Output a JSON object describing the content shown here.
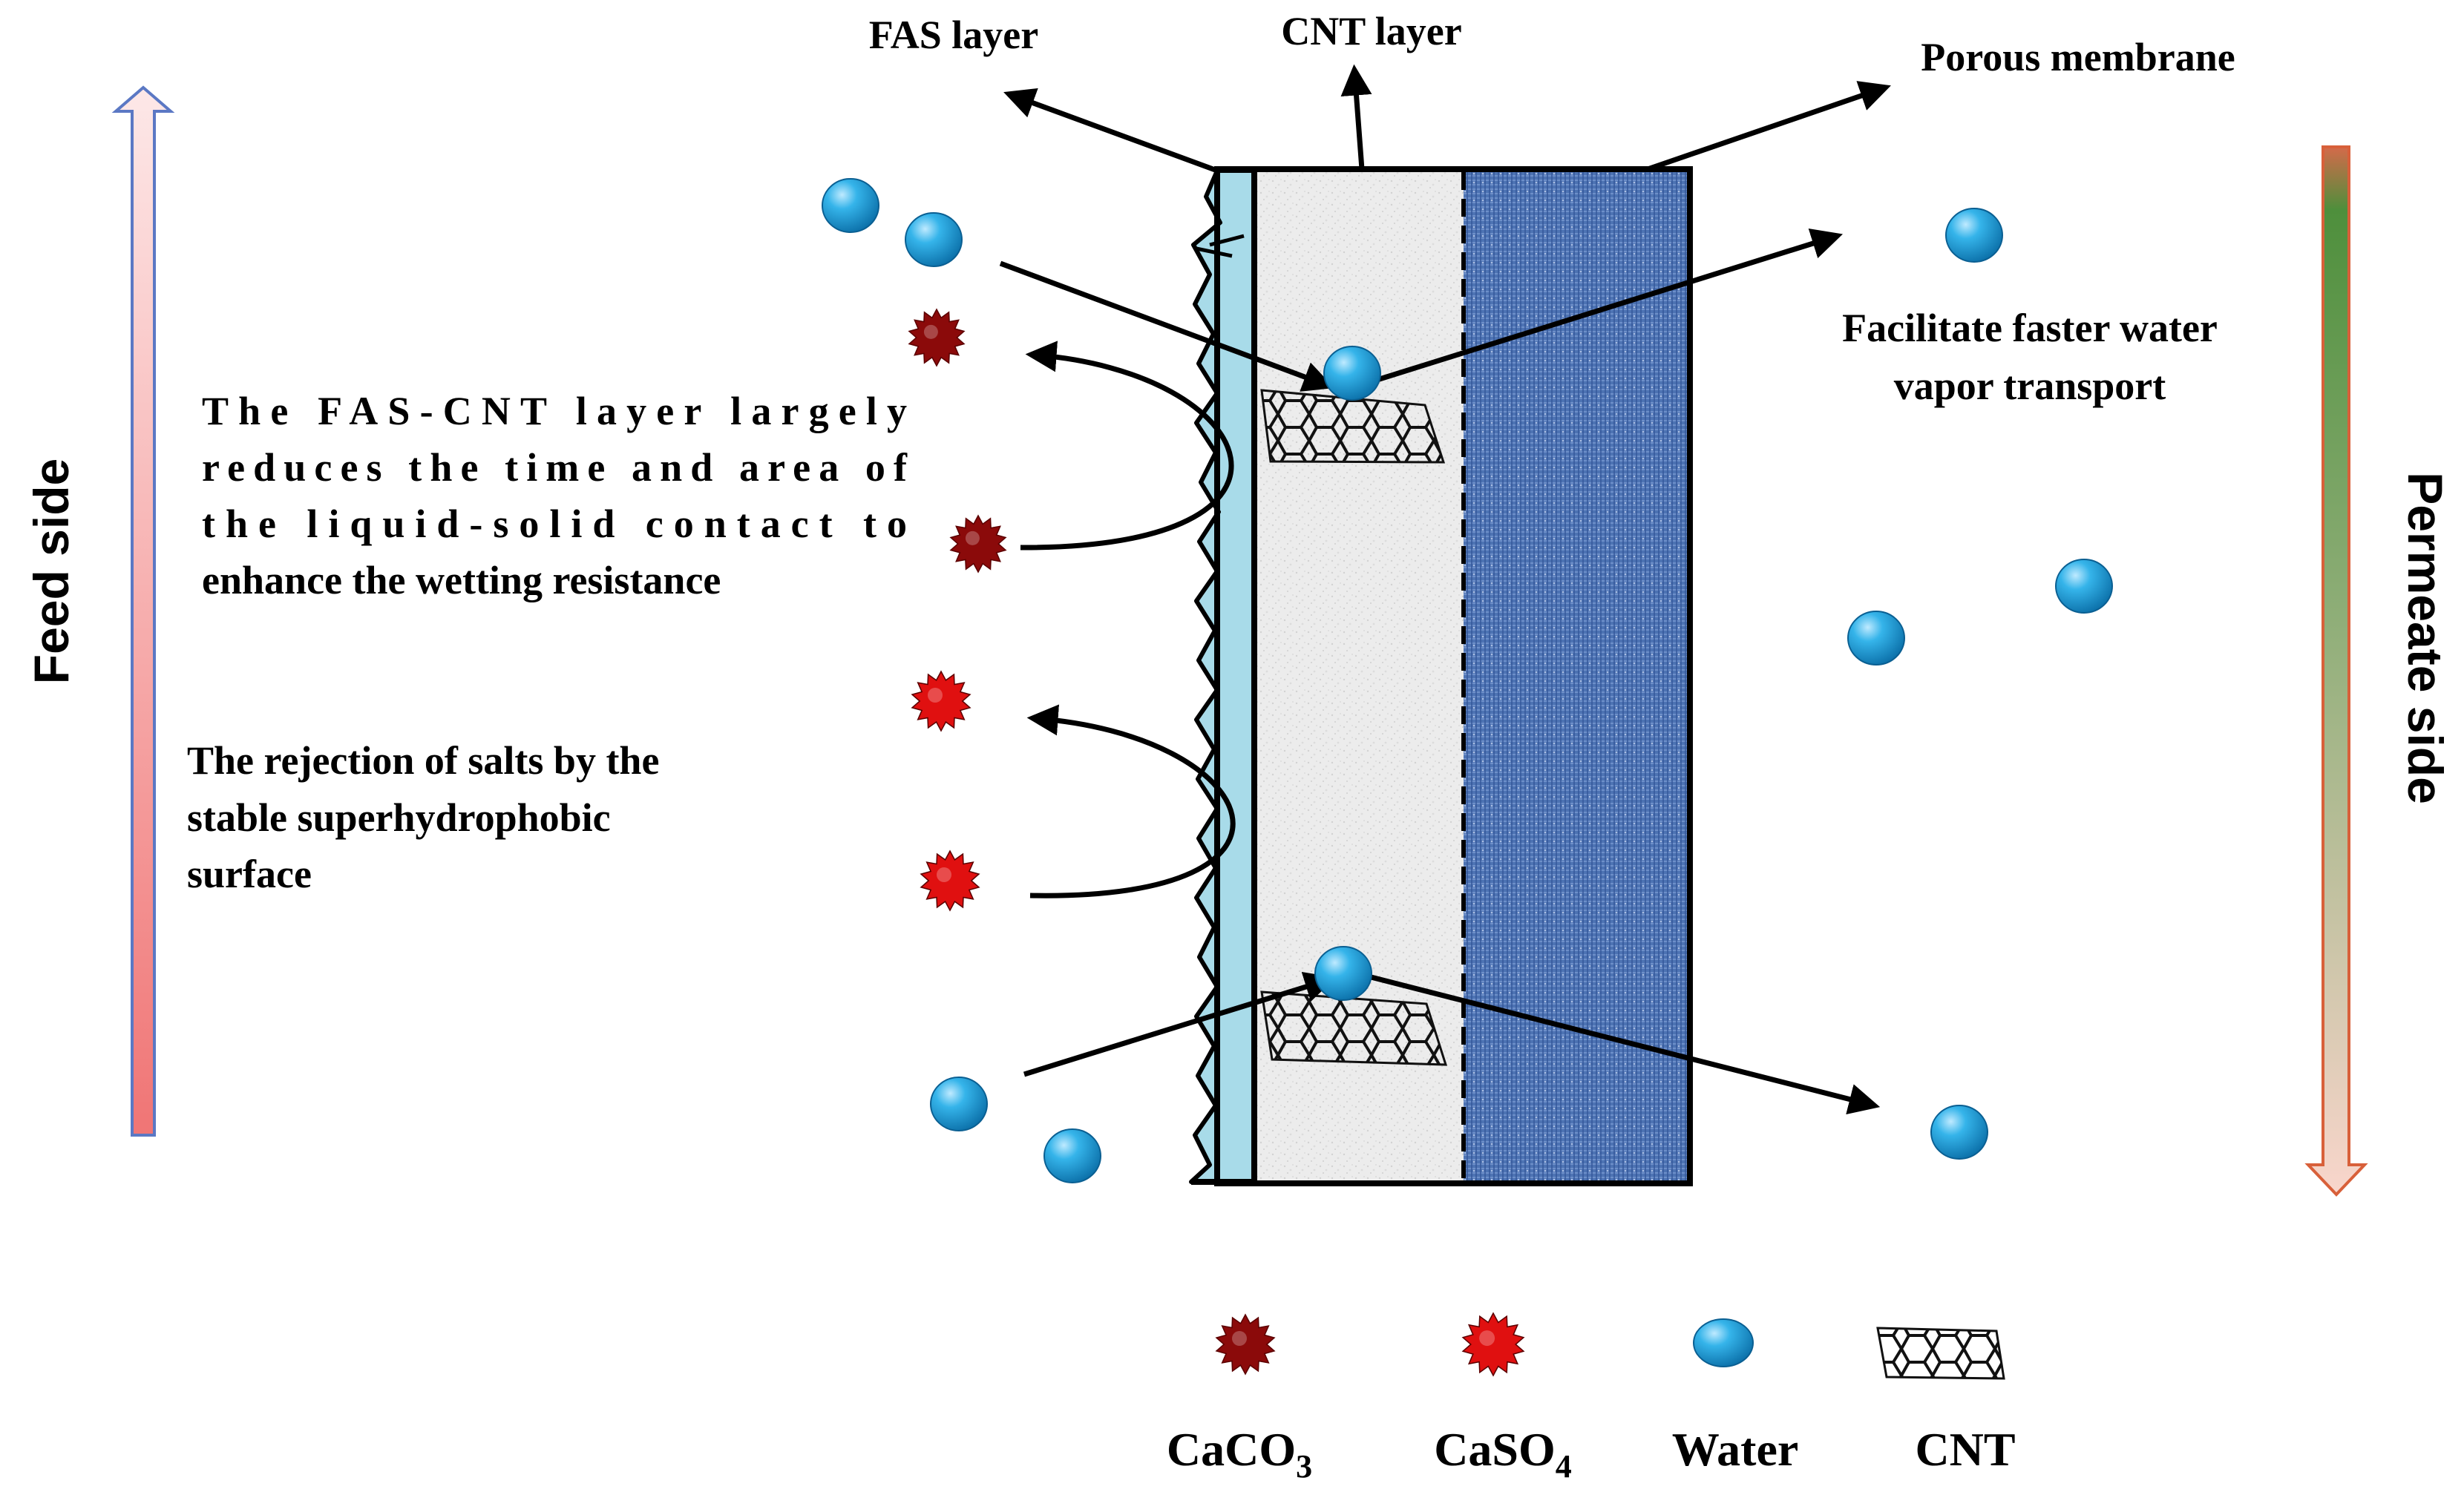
{
  "labels": {
    "fas_layer": "FAS layer",
    "cnt_layer": "CNT layer",
    "porous_membrane": "Porous membrane",
    "facilitate_line1": "Facilitate faster water",
    "facilitate_line2": "vapor transport",
    "wetting_line1": "The FAS-CNT layer largely",
    "wetting_line2": "reduces the time and area of",
    "wetting_line3": "the liquid-solid contact to",
    "wetting_line4": "enhance the wetting resistance",
    "rejection_line1": "The rejection of salts by the",
    "rejection_line2": "stable superhydrophobic",
    "rejection_line3": "surface",
    "feed_side": "Feed side",
    "permeate_side": "Permeate side"
  },
  "legend": {
    "caco3": {
      "base": "CaCO",
      "sub": "3"
    },
    "caso4": {
      "base": "CaSO",
      "sub": "4"
    },
    "water": "Water",
    "cnt": "CNT"
  },
  "colors": {
    "caco3": "#8b0a0a",
    "caso4": "#e01010",
    "water": "#1a9ad6",
    "fas_layer": "#a8dbe9",
    "cnt_layer": "#ececec",
    "porous_membrane": "#4a6fb0",
    "feed_arrow_top": "#fde5e5",
    "feed_arrow_bottom": "#f07878",
    "permeate_arrow_top": "#4e8f3c",
    "permeate_arrow_bottom": "#f9d6cc"
  }
}
